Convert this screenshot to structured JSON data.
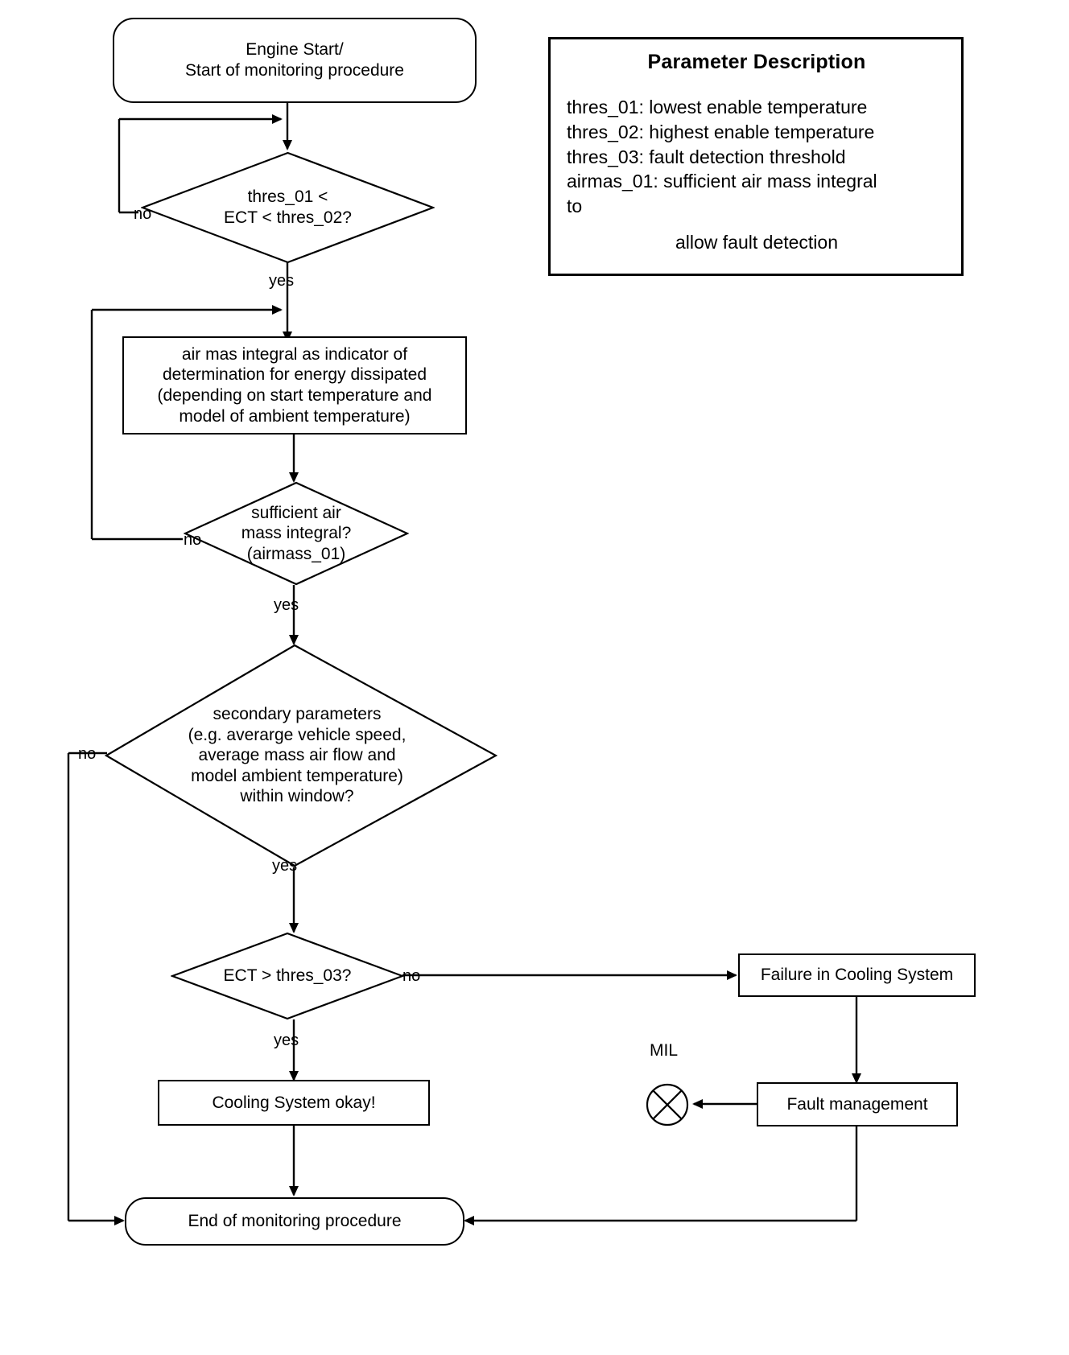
{
  "diagram": {
    "type": "flowchart",
    "title": "Cooling system monitoring procedure flowchart",
    "nodes": {
      "start": {
        "shape": "terminator",
        "text": "Engine Start/\nStart of monitoring procedure",
        "line1": "Engine Start/",
        "line2": "Start of monitoring procedure"
      },
      "decision_ect_window": {
        "shape": "decision",
        "line1": "thres_01 <",
        "line2": "ECT < thres_02?"
      },
      "process_airmass": {
        "shape": "process",
        "line1": "air mas integral as indicator of",
        "line2": "determination for energy dissipated",
        "line3": "(depending on start temperature and",
        "line4": "model of ambient temperature)"
      },
      "decision_airmass": {
        "shape": "decision",
        "line1": "sufficient air",
        "line2": "mass integral?",
        "line3": "(airmass_01)"
      },
      "decision_secondary": {
        "shape": "decision",
        "line1": "secondary parameters",
        "line2": "(e.g. averarge vehicle speed,",
        "line3": "average mass air flow and",
        "line4": "model ambient temperature)",
        "line5": "within window?"
      },
      "decision_ect_thres03": {
        "shape": "decision",
        "line1": "ECT > thres_03?"
      },
      "process_failure": {
        "shape": "process",
        "line1": "Failure in Cooling System"
      },
      "process_fault_mgmt": {
        "shape": "process",
        "line1": "Fault management"
      },
      "process_ok": {
        "shape": "process",
        "line1": "Cooling System okay!"
      },
      "end": {
        "shape": "terminator",
        "line1": "End of monitoring procedure"
      },
      "mil": {
        "shape": "lamp-symbol",
        "label": "MIL",
        "icon": "circle-with-x-icon"
      }
    },
    "edge_labels": {
      "ect_window_no": "no",
      "ect_window_yes": "yes",
      "airmass_no": "no",
      "airmass_yes": "yes",
      "secondary_no": "no",
      "secondary_yes": "yes",
      "thres03_no": "no",
      "thres03_yes": "yes"
    },
    "legend": {
      "title": "Parameter Description",
      "lines": [
        "thres_01: lowest enable temperature",
        "thres_02: highest enable temperature",
        "thres_03: fault detection threshold",
        "airmas_01: sufficient air mass integral",
        "to"
      ],
      "indented_line": "allow fault detection"
    },
    "colors": {
      "stroke": "#000000",
      "background": "#ffffff",
      "text": "#000000"
    }
  }
}
